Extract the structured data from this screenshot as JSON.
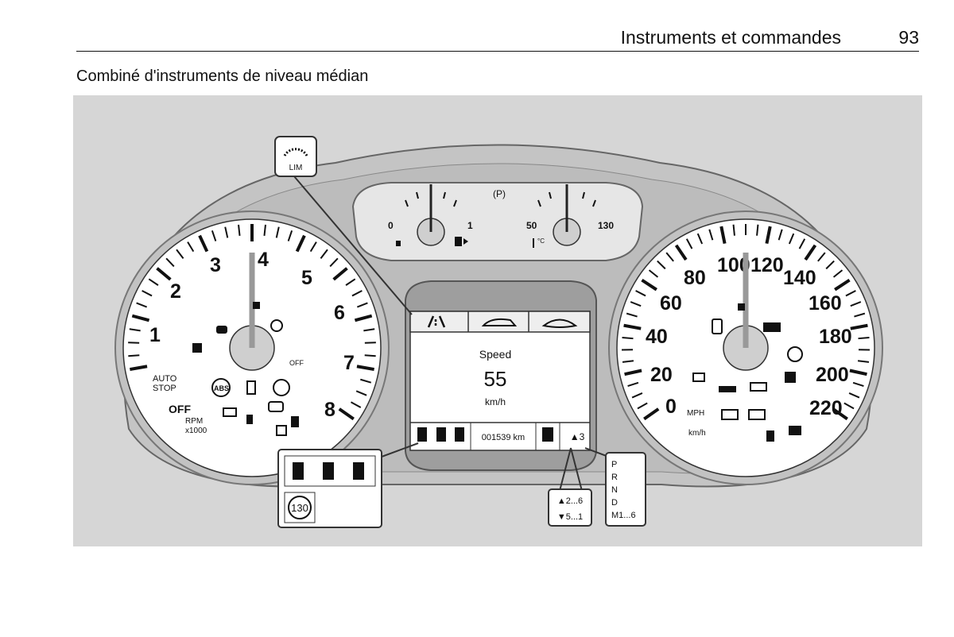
{
  "header": {
    "title": "Instruments et commandes",
    "page_number": "93"
  },
  "subtitle": "Combiné d'instruments de niveau médian",
  "tachometer": {
    "labels": [
      "1",
      "2",
      "3",
      "4",
      "5",
      "6",
      "7",
      "8"
    ],
    "auto_stop_line1": "AUTO",
    "auto_stop_line2": "STOP",
    "off_text": "OFF",
    "rpm_line1": "RPM",
    "rpm_line2": "x1000",
    "abs_text": "ABS",
    "esc_off_text": "OFF"
  },
  "fuel_gauge": {
    "min": "0",
    "max": "1"
  },
  "temp_gauge": {
    "min": "50",
    "max": "130",
    "unit": "°C"
  },
  "park_symbol": "(P)",
  "speedometer": {
    "labels": [
      "0",
      "20",
      "40",
      "60",
      "80",
      "100",
      "120",
      "140",
      "160",
      "180",
      "200",
      "220"
    ],
    "unit_mph": "MPH",
    "unit_kmh": "km/h"
  },
  "display": {
    "speed_label": "Speed",
    "speed_value": "55",
    "speed_unit": "km/h",
    "odometer": "001539 km",
    "gear": "▲3"
  },
  "callouts": {
    "limiter_label": "LIM",
    "speed_sign": "130",
    "gear_up": "▲2...6",
    "gear_down": "▼5...1",
    "gear_positions": [
      "P",
      "R",
      "N",
      "D",
      "M1...6"
    ]
  },
  "colors": {
    "figure_bg": "#d6d6d6",
    "dial_face": "#ffffff",
    "bezel": "#cfcfcf"
  }
}
